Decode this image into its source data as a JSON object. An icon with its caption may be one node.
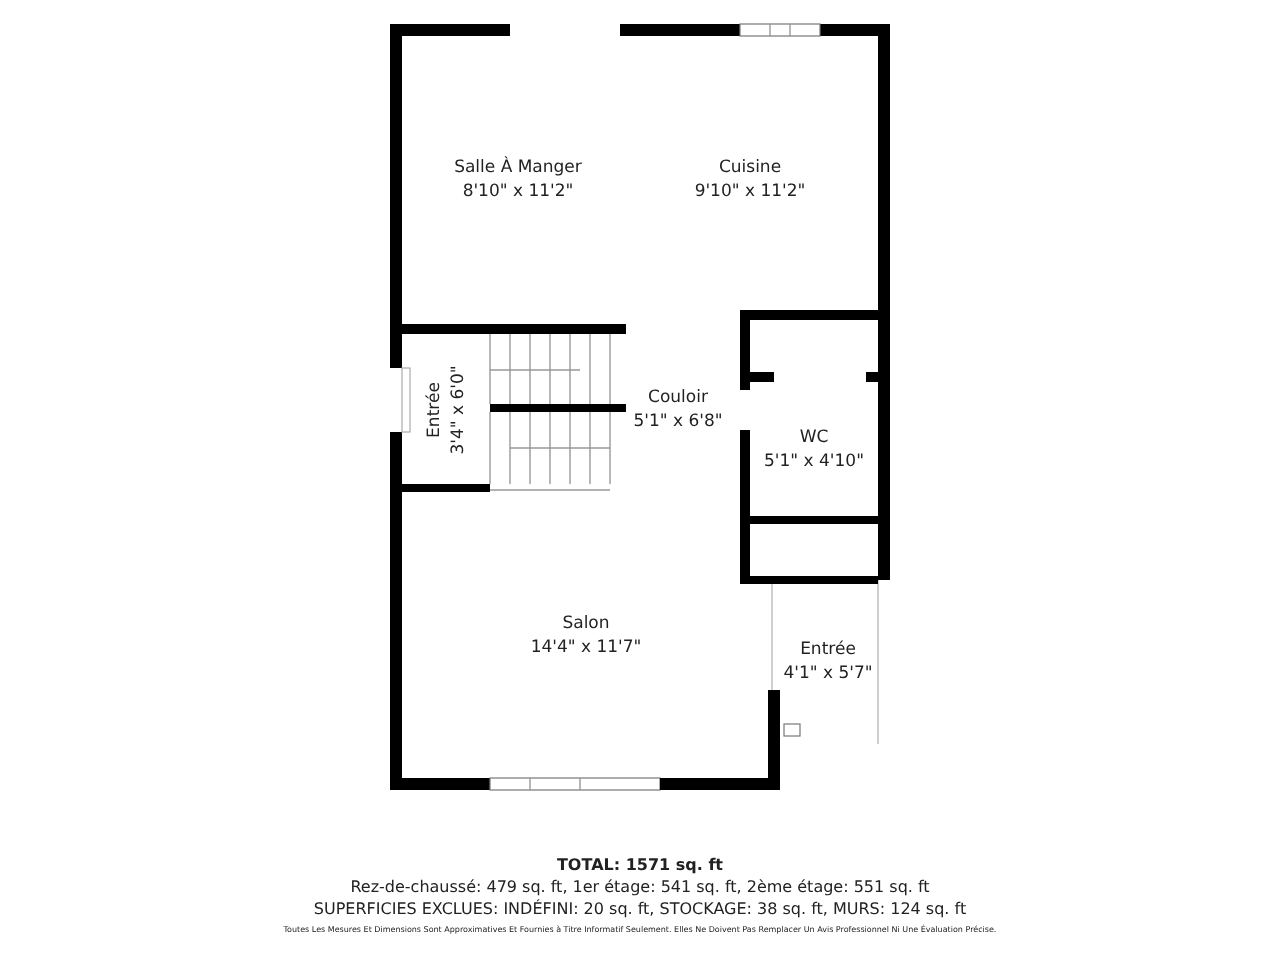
{
  "diagram": {
    "nodes": [
      {
        "text": [
          "Salle À Manger",
          "8'10\" x 11'2\""
        ]
      },
      {
        "text": [
          "Cuisine",
          "9'10\" x 11'2\""
        ]
      },
      {
        "text": [
          "Entrée",
          "3'4\" x 6'0\""
        ]
      },
      {
        "text": [
          "Couloir",
          "5'1\" x 6'8\""
        ]
      },
      {
        "text": [
          "WC",
          "5'1\" x 4'10\""
        ]
      },
      {
        "text": [
          "Salon",
          "14'4\" x 11'7\""
        ]
      },
      {
        "text": [
          "Entrée",
          "4'1\" x 5'7\""
        ]
      }
    ],
    "labels": [
      "TOTAL: 1571 sq. ft",
      "Rez-de-chaussé: 479 sq. ft, 1er étage: 541 sq. ft, 2ème étage: 551 sq. ft",
      "SUPERFICIES EXCLUES: INDÉFINI: 20 sq. ft, STOCKAGE: 38 sq. ft, MURS: 124 sq. ft",
      "Toutes Les Mesures Et Dimensions Sont Approximatives Et Fournies à Titre Informatif Seulement. Elles Ne Doivent Pas Remplacer Un Avis Professionnel Ni Une Évaluation Précise."
    ]
  }
}
